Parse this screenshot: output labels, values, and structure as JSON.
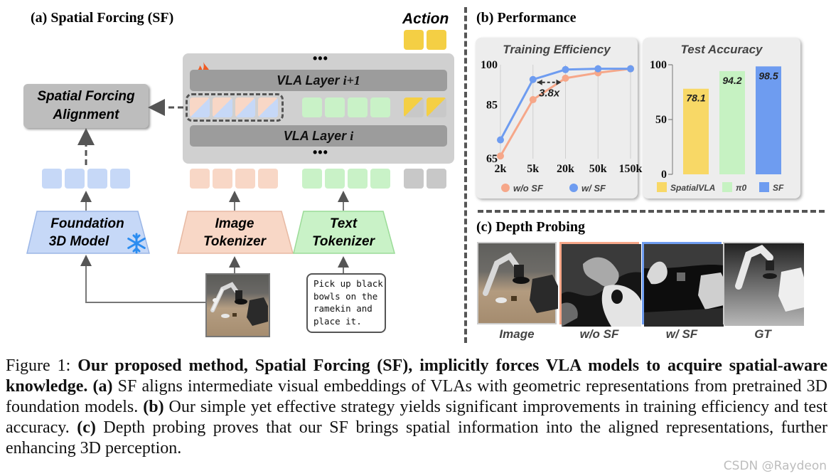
{
  "panel_a": {
    "title": "(a) Spatial Forcing (SF)",
    "action_label": "Action",
    "dots_top": "•••",
    "dots_bottom": "•••",
    "layer_top": "VLA Layer",
    "layer_top_idx": "i+1",
    "layer_bottom": "VLA Layer",
    "layer_bottom_idx": "i",
    "alignment_line1": "Spatial Forcing",
    "alignment_line2": "Alignment",
    "foundation_line1": "Foundation",
    "foundation_line2": "3D Model",
    "image_tok_line1": "Image",
    "image_tok_line2": "Tokenizer",
    "text_tok_line1": "Text",
    "text_tok_line2": "Tokenizer",
    "instruction_lines": [
      "Pick up black",
      "bowls on the",
      "ramekin and",
      "place it."
    ],
    "fire_icon": "fire-icon",
    "snow_icon": "snowflake-icon",
    "colors": {
      "blue": "#c6d8f7",
      "pink": "#f8d7c6",
      "green": "#c9f2c7",
      "gold": "#f4cf44",
      "gray": "#c8c8c8"
    }
  },
  "panel_b": {
    "title": "(b) Performance"
  },
  "panel_c": {
    "title": "(c) Depth Probing",
    "labels": [
      "Image",
      "w/o SF",
      "w/ SF",
      "GT"
    ]
  },
  "chart_data": [
    {
      "type": "line",
      "title": "Training Efficiency",
      "x": [
        "2k",
        "5k",
        "20k",
        "50k",
        "150k"
      ],
      "ylim": [
        65,
        100
      ],
      "yticks": [
        "65",
        "85",
        "100"
      ],
      "annotation": "3.8x",
      "series": [
        {
          "name": "w/o SF",
          "color": "#f6a789",
          "values": [
            66,
            87,
            95,
            97,
            98.5
          ]
        },
        {
          "name": "w/ SF",
          "color": "#6e9cf0",
          "values": [
            72,
            94.5,
            98.2,
            98.5,
            98.5
          ]
        }
      ]
    },
    {
      "type": "bar",
      "title": "Test Accuracy",
      "categories": [
        "SpatialVLA",
        "π0",
        "SF"
      ],
      "values": [
        78.1,
        94.2,
        98.5
      ],
      "value_labels": [
        "78.1",
        "94.2",
        "98.5"
      ],
      "colors": [
        "#f8d866",
        "#c6f2c2",
        "#6e9cf0"
      ],
      "ylim": [
        0,
        100
      ],
      "yticks": [
        "0",
        "50",
        "100"
      ]
    }
  ],
  "caption": {
    "prefix": "Figure 1: ",
    "bold": "Our proposed method, Spatial Forcing (SF), implicitly forces VLA models to acquire spatial-aware knowledge.",
    "a_label": "(a)",
    "a_text": " SF aligns intermediate visual embeddings of VLAs with geometric representations from pretrained 3D foundation models. ",
    "b_label": "(b)",
    "b_text": " Our simple yet effective strategy yields significant improvements in training efficiency and test accuracy. ",
    "c_label": "(c)",
    "c_text": " Depth probing proves that our SF brings spatial information into the aligned representations, further enhancing 3D perception."
  },
  "watermark": "CSDN @Raydeon"
}
